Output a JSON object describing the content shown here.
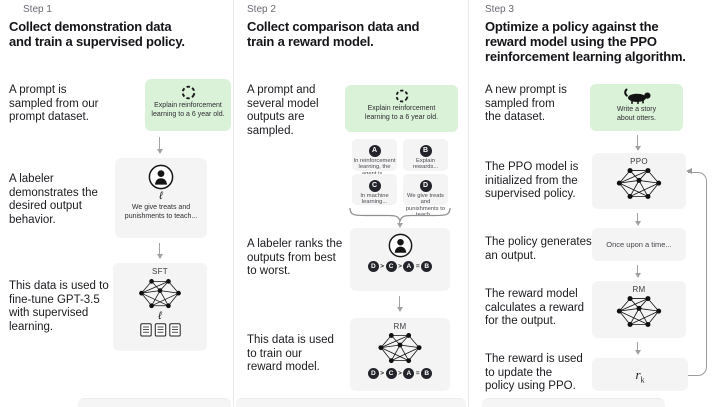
{
  "colors": {
    "prompt_box_bg": "#daf2d8",
    "node_box_bg": "#f4f4f5",
    "badge_bg": "#23242b",
    "arrow_gray": "#a2a2a2"
  },
  "icons": {
    "pen_glyph": "ℓ"
  },
  "steps": [
    {
      "label": "Step 1",
      "title_lines": [
        "Collect demonstration data",
        "and train a supervised policy."
      ],
      "annotations": [
        [
          "A prompt is",
          "sampled from our",
          "prompt dataset."
        ],
        [
          "A labeler",
          "demonstrates the",
          "desired output",
          "behavior."
        ],
        [
          "This data is used to",
          "fine-tune GPT-3.5",
          "with supervised",
          "learning."
        ]
      ],
      "prompt_caption_lines": [
        "Explain reinforcement",
        "learning to a 6 year old."
      ],
      "labeler_caption_lines": [
        "We give treats and",
        "punishments to teach..."
      ],
      "sft_label": "SFT"
    },
    {
      "label": "Step 2",
      "title_lines": [
        "Collect comparison data and",
        "train a reward model."
      ],
      "annotations": [
        [
          "A prompt and",
          "several model",
          "outputs are",
          "sampled."
        ],
        [
          "A labeler ranks the",
          "outputs from best",
          "to worst."
        ],
        [
          "This data is used",
          "to train our",
          "reward model."
        ]
      ],
      "prompt_caption_lines": [
        "Explain reinforcement",
        "learning to a 6 year old."
      ],
      "outputs": [
        {
          "letter": "A",
          "caption_lines": [
            "In reinforcement",
            "learning, the",
            "agent is..."
          ]
        },
        {
          "letter": "B",
          "caption_lines": [
            "Explain rewards..."
          ]
        },
        {
          "letter": "C",
          "caption_lines": [
            "In machine",
            "learning..."
          ]
        },
        {
          "letter": "D",
          "caption_lines": [
            "We give treats and",
            "punishments to",
            "teach..."
          ]
        }
      ],
      "ranking": {
        "items": [
          "D",
          "C",
          "A",
          "B"
        ],
        "separators": [
          ">",
          ">",
          "="
        ]
      },
      "rm_label": "RM"
    },
    {
      "label": "Step 3",
      "title_lines": [
        "Optimize a policy against the",
        "reward model using the PPO",
        "reinforcement learning algorithm."
      ],
      "annotations": [
        [
          "A new prompt is",
          "sampled from",
          "the dataset."
        ],
        [
          "The PPO model is",
          "initialized from the",
          "supervised policy."
        ],
        [
          "The policy generates",
          "an output."
        ],
        [
          "The reward model",
          "calculates a reward",
          "for the output."
        ],
        [
          "The reward is used",
          "to update the",
          "policy using PPO."
        ]
      ],
      "prompt_caption_lines": [
        "Write a story",
        "about otters."
      ],
      "ppo_label": "PPO",
      "output_text": "Once upon a time...",
      "rm_label": "RM",
      "reward": {
        "symbol": "r",
        "subscript": "k"
      }
    }
  ]
}
